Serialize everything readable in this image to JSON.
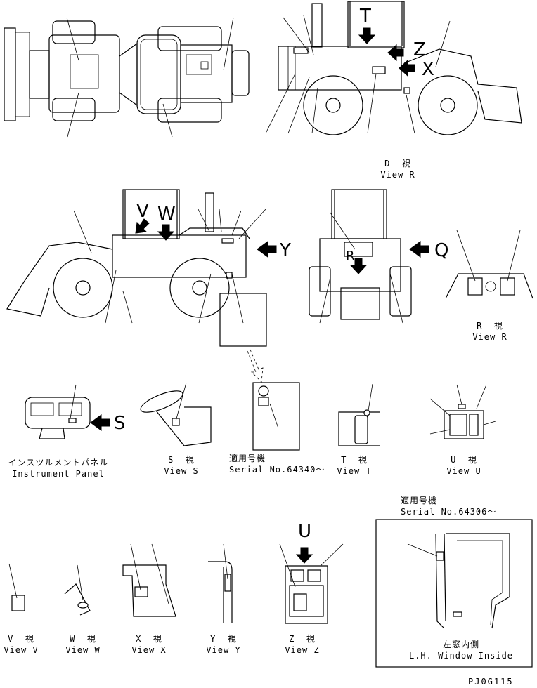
{
  "views": {
    "top_view_d": {
      "jp": "D  視",
      "en": "View R"
    },
    "rear_view_r": {
      "jp": "R  視",
      "en": "View R"
    },
    "instrument_panel": {
      "jp": "インスツルメントパネル",
      "en": "Instrument Panel"
    },
    "view_s": {
      "jp": "S  視",
      "en": "View S"
    },
    "serial_a": {
      "jp": "適用号機",
      "en": "Serial No.64340～"
    },
    "view_t": {
      "jp": "T  視",
      "en": "View T"
    },
    "view_u": {
      "jp": "U  視",
      "en": "View U"
    },
    "serial_b": {
      "jp": "適用号機",
      "en": "Serial No.64306～"
    },
    "view_v": {
      "jp": "V  視",
      "en": "View V"
    },
    "view_w": {
      "jp": "W  視",
      "en": "View W"
    },
    "view_x": {
      "jp": "X  視",
      "en": "View X"
    },
    "view_y": {
      "jp": "Y  視",
      "en": "View Y"
    },
    "view_z": {
      "jp": "Z  視",
      "en": "View Z"
    },
    "lh_window": {
      "jp": "左窓内側",
      "en": "L.H. Window Inside"
    }
  },
  "arrow_letters": {
    "t": "T",
    "z": "Z",
    "x": "X",
    "v": "V",
    "w": "W",
    "y": "Y",
    "q": "Q",
    "r": "R",
    "s": "S",
    "u": "U"
  },
  "drawing_number": "PJ0G115"
}
